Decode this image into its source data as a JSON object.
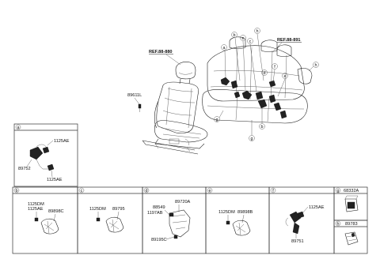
{
  "refs": {
    "front": "REF.88-880",
    "rear": "REF.88-891"
  },
  "main_labels": {
    "p89611L": "89611L"
  },
  "callouts": {
    "a": "a",
    "b": "b",
    "c": "c",
    "d": "d",
    "e": "e",
    "f": "f",
    "g": "g",
    "h": "h"
  },
  "panels": {
    "a": {
      "letter": "a",
      "p1": "1125AE",
      "p2": "89752",
      "p3": "1125AE"
    },
    "b": {
      "letter": "b",
      "p1": "1125DM",
      "p2": "1125AE",
      "p3": "89898C"
    },
    "c": {
      "letter": "c",
      "p1": "1125DM",
      "p2": "89795"
    },
    "d": {
      "letter": "d",
      "p1": "88549",
      "p2": "1197AB",
      "p3": "89720A",
      "p4": "89195C"
    },
    "e": {
      "letter": "e",
      "p1": "1125DM",
      "p2": "89898B"
    },
    "f": {
      "letter": "f",
      "p1": "1125AE",
      "p2": "89751"
    },
    "g": {
      "letter": "g",
      "p1": "68332A"
    },
    "h": {
      "letter": "h",
      "p1": "89783"
    }
  }
}
